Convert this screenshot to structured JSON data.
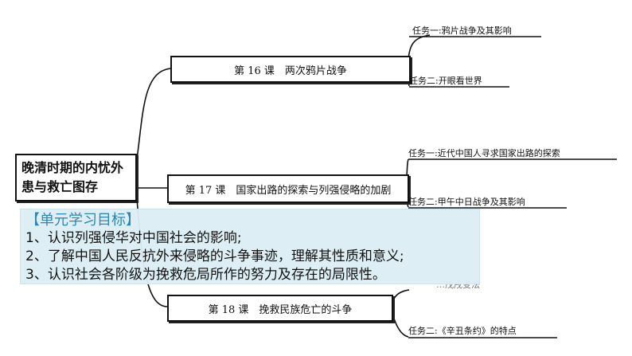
{
  "root": {
    "label": "晚清时期的内忧外患与救亡图存"
  },
  "lessons": [
    {
      "label": "第 16 课　两次鸦片战争"
    },
    {
      "label": "第 17 课　国家出路的探索与列强侵略的加剧"
    },
    {
      "label": "第 18 课　挽救民族危亡的斗争"
    }
  ],
  "tasks": [
    "任务一:鸦片战争及其影响",
    "任务二:开眼看世界",
    "任务一:近代中国人寻求国家出路的探索",
    "任务二:甲午中日战争及其影响",
    "…戊戌变法",
    "任务二:《辛丑条约》的特点"
  ],
  "goals": {
    "title": "【单元学习目标】",
    "items": [
      "1、认识列强侵华对中国社会的影响;",
      "2、了解中国人民反抗外来侵略的斗争事迹，理解其性质和意义;",
      "3、认识社会各阶级为挽救危局所作的努力及存在的局限性。"
    ]
  },
  "colors": {
    "goals_bg": "#dceef4",
    "goals_title": "#2f86b6",
    "line": "#111111"
  }
}
